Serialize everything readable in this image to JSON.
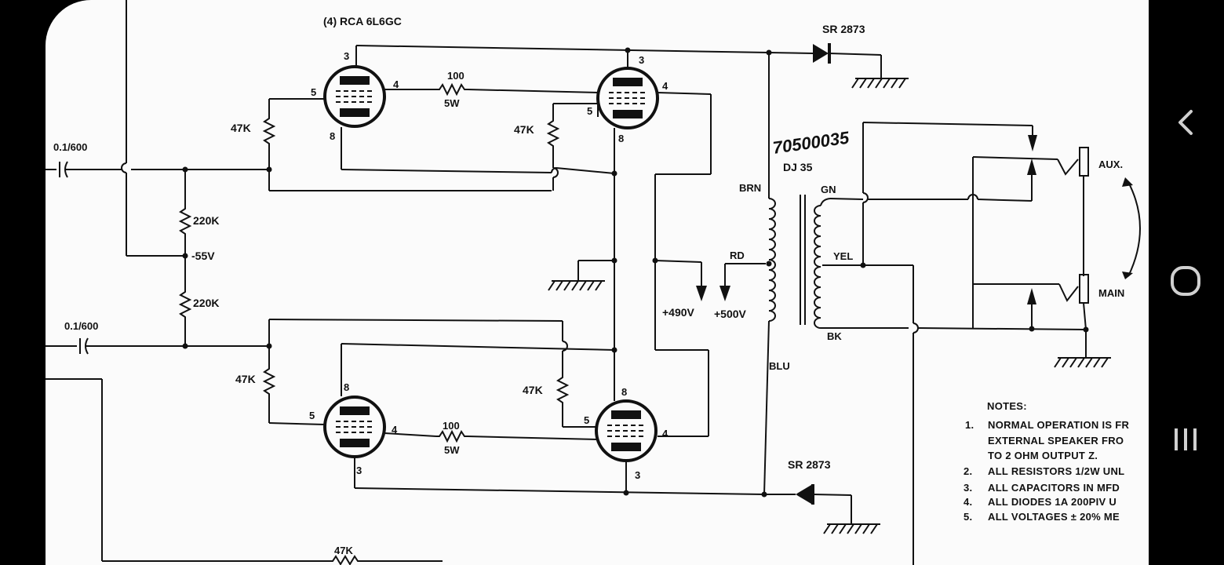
{
  "tubes": {
    "title": "(4) RCA 6L6GC",
    "pins": {
      "plate": "3",
      "screen": "4",
      "grid": "5",
      "cathode": "8"
    }
  },
  "resistors": {
    "grid_47k": "47K",
    "screen_100": "100",
    "screen_5w": "5W",
    "bias_220k": "220K"
  },
  "capacitors": {
    "coupling": "0.1/600"
  },
  "voltages": {
    "bias": "-55V",
    "plus490": "+490V",
    "plus500": "+500V"
  },
  "diodes": {
    "part": "SR 2873"
  },
  "transformer": {
    "handwritten_code": "70500035",
    "part": "DJ 35",
    "wires": {
      "brn": "BRN",
      "rd": "RD",
      "blu": "BLU",
      "gn": "GN",
      "yel": "YEL",
      "bk": "BK"
    }
  },
  "outputs": {
    "aux": "AUX.",
    "main": "MAIN"
  },
  "notes": {
    "heading": "NOTES:",
    "items": [
      {
        "num": "1.",
        "lines": [
          "NORMAL OPERATION IS FR",
          "EXTERNAL SPEAKER FRO",
          "TO 2 OHM OUTPUT Z."
        ]
      },
      {
        "num": "2.",
        "lines": [
          "ALL RESISTORS 1/2W UNL"
        ]
      },
      {
        "num": "3.",
        "lines": [
          "ALL CAPACITORS IN MFD"
        ]
      },
      {
        "num": "4.",
        "lines": [
          "ALL DIODES 1A 200PIV U"
        ]
      },
      {
        "num": "5.",
        "lines": [
          "ALL VOLTAGES ± 20% ME"
        ]
      }
    ]
  },
  "nav": {
    "back": "back-icon",
    "home": "home-icon",
    "recents": "recents-icon"
  }
}
